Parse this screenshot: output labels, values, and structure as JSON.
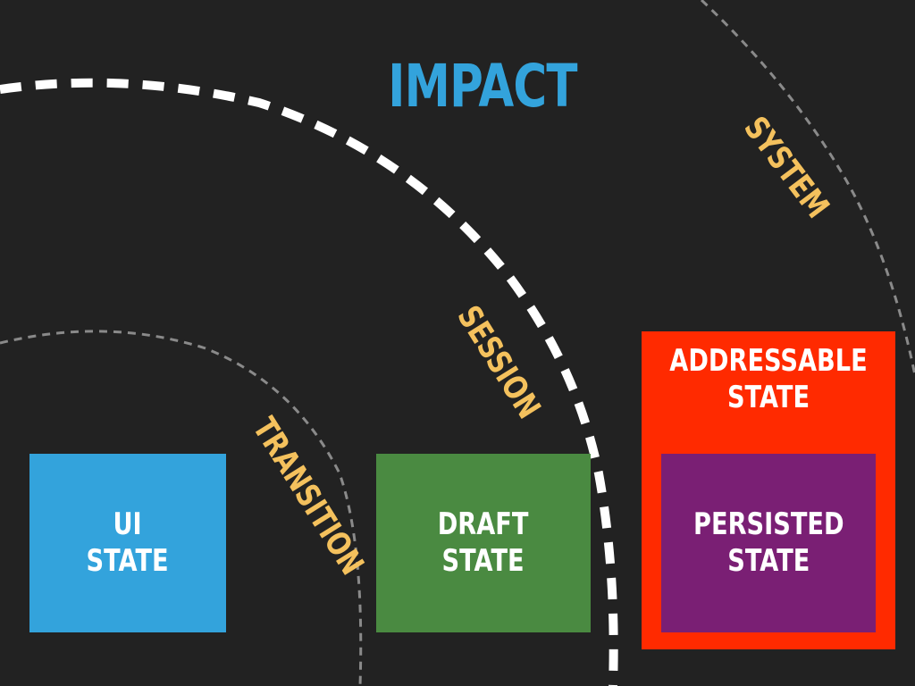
{
  "title": "IMPACT",
  "colors": {
    "background": "#222222",
    "title": "#33a3dc",
    "scope_label": "#f4c15d",
    "arc_thick": "#ffffff",
    "arc_thin": "#8a8a8a",
    "ui_state": "#33a3dc",
    "draft_state": "#4a8a41",
    "addressable_state": "#ff2a00",
    "persisted_state": "#7a1f74",
    "box_text": "#ffffff"
  },
  "scopes": {
    "transition": "TRANSITION",
    "session": "SESSION",
    "system": "SYSTEM"
  },
  "boxes": {
    "ui_state": [
      "UI",
      "STATE"
    ],
    "draft_state": [
      "DRAFT",
      "STATE"
    ],
    "addressable_state": [
      "ADDRESSABLE",
      "STATE"
    ],
    "persisted_state": [
      "PERSISTED",
      "STATE"
    ]
  }
}
